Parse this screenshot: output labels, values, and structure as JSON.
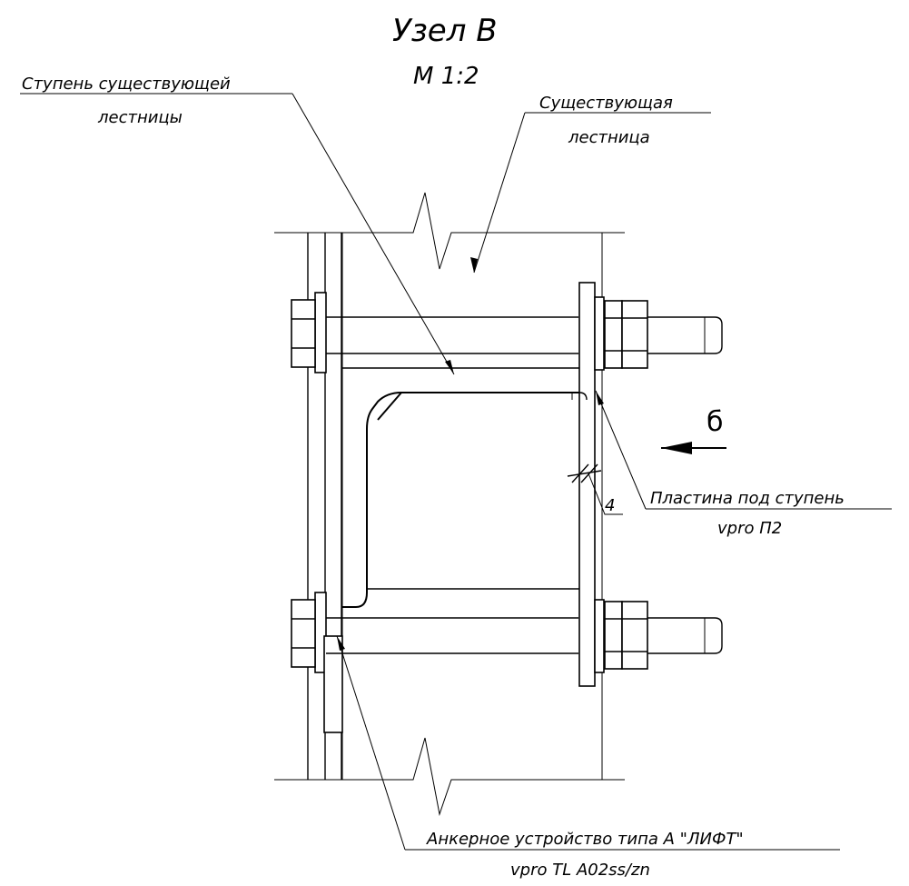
{
  "title": "Узел В",
  "scale": "М 1:2",
  "labels": {
    "step_existing_l1": "Ступень существующей",
    "step_existing_l2": "лестницы",
    "stair_existing_l1": "Существующая",
    "stair_existing_l2": "лестница",
    "plate_l1": "Пластина под ступень",
    "plate_l2": "vpro П2",
    "anchor_l1": "Анкерное устройство типа А \"ЛИФТ\"",
    "anchor_l2": "vpro TL A02ss/zn",
    "view_letter": "б",
    "weld_size": "4"
  }
}
